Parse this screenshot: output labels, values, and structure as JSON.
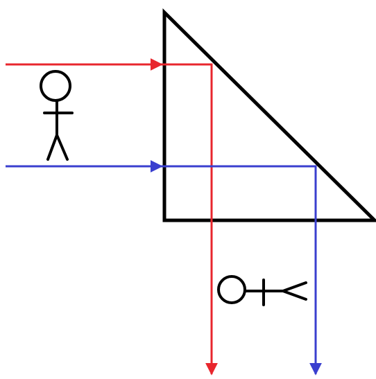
{
  "diagram": {
    "type": "prism-reflection",
    "colors": {
      "background": "#ffffff",
      "prism": "#000000",
      "figure": "#000000",
      "ray_top": "#e8262d",
      "ray_bottom": "#3a3fcf"
    },
    "elements": [
      "right-angle-prism",
      "upright-stick-figure",
      "reflected-stick-figure",
      "red-light-ray",
      "blue-light-ray"
    ]
  }
}
